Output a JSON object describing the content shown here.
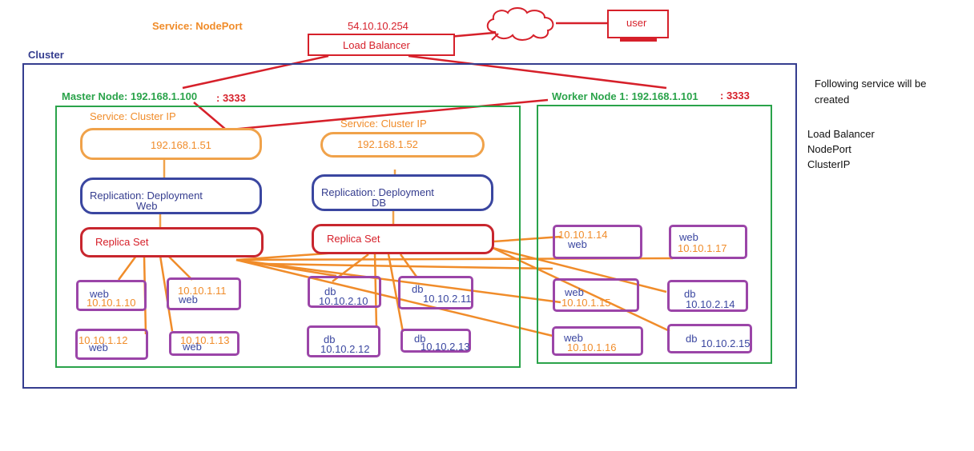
{
  "header": {
    "service_type": "Service: NodePort",
    "lb_ip": "54.10.10.254",
    "lb_label": "Load Balancer",
    "user_label": "user"
  },
  "cluster": {
    "label": "Cluster",
    "master": {
      "label": "Master Node: 192.168.1.100",
      "port": ": 3333",
      "web_service": {
        "label": "Service: Cluster IP",
        "ip": "192.168.1.51"
      },
      "db_service": {
        "label": "Service: Cluster IP",
        "ip": "192.168.1.52"
      },
      "web_deployment": {
        "line1": "Replication: Deployment",
        "line2": "Web"
      },
      "db_deployment": {
        "line1": "Replication: Deployment",
        "line2": "DB"
      },
      "web_replicaset": "Replica Set",
      "db_replicaset": "Replica Set",
      "pods": [
        {
          "name": "web",
          "ip": "10.10.1.10"
        },
        {
          "name": "web",
          "ip": "10.10.1.11"
        },
        {
          "name": "web",
          "ip": "10.10.1.12"
        },
        {
          "name": "web",
          "ip": "10.10.1.13"
        },
        {
          "name": "db",
          "ip": "10.10.2.10"
        },
        {
          "name": "db",
          "ip": "10.10.2.11"
        },
        {
          "name": "db",
          "ip": "10.10.2.12"
        },
        {
          "name": "db",
          "ip": "10.10.2.13"
        }
      ]
    },
    "worker": {
      "label": "Worker Node 1: 192.168.1.101",
      "port": ": 3333",
      "pods": [
        {
          "name": "web",
          "ip": "10.10.1.14"
        },
        {
          "name": "web",
          "ip": "10.10.1.17"
        },
        {
          "name": "web",
          "ip": "10.10.1.15"
        },
        {
          "name": "db",
          "ip": "10.10.2.14"
        },
        {
          "name": "web",
          "ip": "10.10.1.16"
        },
        {
          "name": "db",
          "ip": "10.10.2.15"
        }
      ]
    }
  },
  "notes": {
    "heading_line1": "Following service will be",
    "heading_line2": "created",
    "items": [
      "Load Balancer",
      "NodePort",
      "ClusterIP"
    ]
  },
  "colors": {
    "cluster_border": "#353d8f",
    "node_border": "#2aa34a",
    "load_balancer": "#d6202a",
    "service": "#f0a24a",
    "deployment": "#3a46a0",
    "replica_set": "#c8262e",
    "pod": "#9b45a8",
    "connector": "#f08c2a"
  }
}
